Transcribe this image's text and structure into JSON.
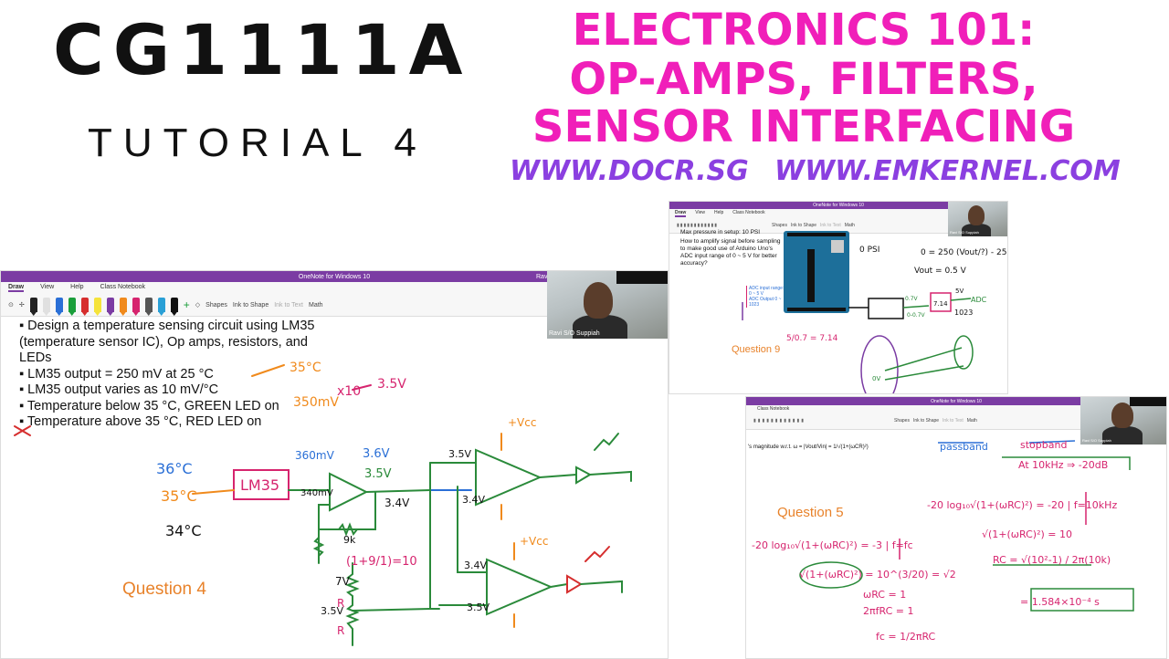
{
  "header": {
    "course_code": "CG1111A",
    "tutorial": "TUTORIAL 4",
    "headline_1": "ELECTRONICS 101:",
    "headline_2": "OP-AMPS, FILTERS,",
    "headline_3": "SENSOR INTERFACING",
    "url_1": "WWW.DOCR.SG",
    "url_2": "WWW.EMKERNEL.COM"
  },
  "colors": {
    "headline": "#f01fb9",
    "url": "#8b3fe0",
    "onenote_purple": "#7b3ca3",
    "question_orange": "#e8822a",
    "ink_blue": "#2a6fd6",
    "ink_green": "#2a8a3a",
    "ink_orange": "#f08a1c",
    "ink_magenta": "#d6246e",
    "ink_red": "#e23b3b"
  },
  "main_window": {
    "title": "OneNote for Windows 10",
    "user": "Ravi",
    "tabs": [
      "Draw",
      "View",
      "Help",
      "Class Notebook"
    ],
    "tools": [
      "Shapes",
      "Ink to Shape",
      "Ink to Text",
      "Math"
    ],
    "webcam_name": "Ravi S/O Suppiah",
    "bullets": [
      "Design a temperature sensing circuit using LM35 (temperature sensor IC), Op amps, resistors, and LEDs",
      "LM35 output = 250 mV at 25 °C",
      "LM35 output varies as 10 mV/°C",
      "Temperature below 35 °C, GREEN LED on",
      "Temperature above 35 °C, RED LED on"
    ],
    "question": "Question 4",
    "ink": {
      "t35": "35°C",
      "v350": "350mV",
      "x10": "x10",
      "v35": "3.5V",
      "t36": "36°C",
      "t35b": "35°C",
      "t34": "34°C",
      "lm35": "LM35",
      "v360": "360mV",
      "v340": "340mV",
      "v36": "3.6V",
      "v35b": "3.5V",
      "v34": "3.4V",
      "v35c": "3.5V",
      "v34b": "3.4V",
      "v34c": "3.4V",
      "v35d": "3.5V",
      "r9": "9k",
      "gain": "(1+9/1)=10",
      "v7": "7V",
      "v35e": "3.5V",
      "r": "R",
      "r2": "R",
      "vcc1": "+Vcc",
      "vcc2": "+Vcc"
    }
  },
  "upper_right_window": {
    "title": "OneNote for Windows 10",
    "tabs": [
      "Draw",
      "View",
      "Help",
      "Class Notebook"
    ],
    "tools": [
      "Shapes",
      "Ink to Shape",
      "Ink to Text",
      "Math"
    ],
    "webcam_name": "Ravi S/O Suppiah",
    "text_1": "Max pressure in setup: 10 PSI",
    "text_2": "How to amplify signal before sampling to make good use of Arduino Uno's ADC input range of 0 ~ 5 V for better accuracy?",
    "adc_1": "ADC input range: 0 ~ 5 V",
    "adc_2": "ADC Output 0 ~ 1023",
    "question": "Question 9",
    "ink": {
      "psi": "0 PSI",
      "eq1": "0 = 250 (Vout/?) - 25",
      "vout": "Vout = 0.5 V",
      "ratio": "5/0.7 = 7.14",
      "v07": "0.7V",
      "v07b": "0-0.7V",
      "box": "7.14",
      "v5": "5V",
      "adc": "ADC",
      "code": "1023",
      "ov": "0V"
    }
  },
  "lower_right_window": {
    "title": "OneNote for Windows 10",
    "tabs": [
      "Class Notebook"
    ],
    "tools": [
      "Shapes",
      "Ink to Shape",
      "Ink to Text",
      "Math"
    ],
    "webcam_name": "Ravi S/O Suppiah",
    "magnitude_text": "'s magnitude w.r.t. ω = |Vout/Vin| = 1/√(1+(ωCR)²)",
    "question": "Question 5",
    "ink": {
      "passband": "passband",
      "stopband": "stopband",
      "a10k": "At 10kHz ⇒ -20dB",
      "eq1": "-20 log₁₀√(1+(ωRC)²) = -20 | f=10kHz",
      "eq2": "√(1+(ωRC)²) = 10",
      "eq3": "RC = √(10²-1) / 2π(10k)",
      "eq4": "= 1.584×10⁻⁴ s",
      "eq5": "-20 log₁₀√(1+(ωRC)²) = -3 | f=fc",
      "eq6": "√(1+(ωRC)²) = 10^(3/20) = √2",
      "eq7": "ωRC = 1",
      "eq8": "2πfRC = 1",
      "eq9": "fc = 1/2πRC"
    }
  }
}
